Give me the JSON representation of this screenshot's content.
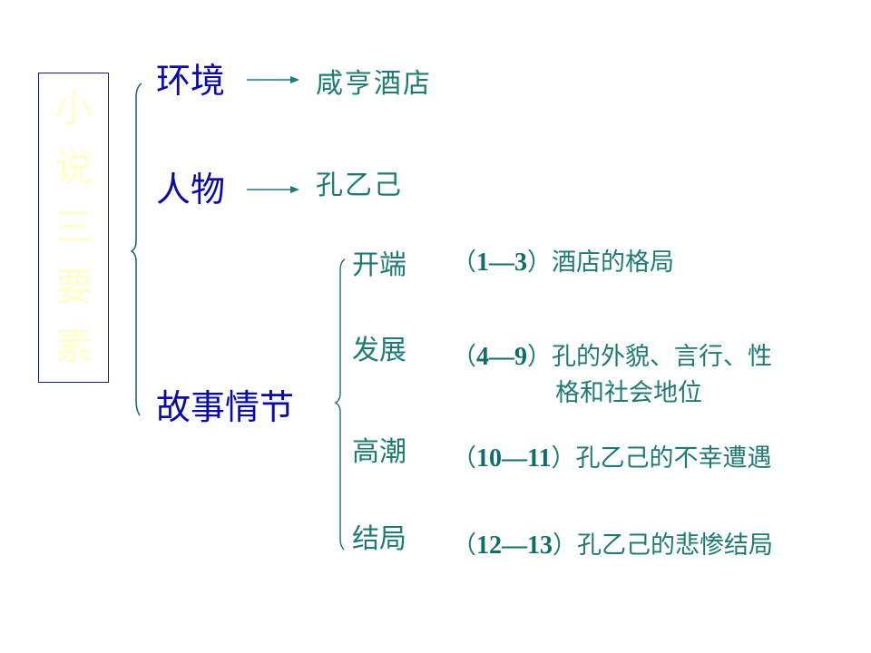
{
  "title": {
    "chars": [
      "小",
      "说",
      "三",
      "要",
      "素"
    ],
    "text": "小说三要素"
  },
  "elements": [
    {
      "label": "环境",
      "value": "咸亨酒店"
    },
    {
      "label": "人物",
      "value": "孔乙己"
    },
    {
      "label": "故事情节"
    }
  ],
  "plot_stages": [
    {
      "label": "开端",
      "range": "1—3",
      "open": "（",
      "close": "）",
      "text": "酒店的格局"
    },
    {
      "label": "发展",
      "range": "4—9",
      "open": "（",
      "close": "）",
      "text": "孔的外貌、言行、性",
      "text_line2": "格和社会地位"
    },
    {
      "label": "高潮",
      "range": "10—11",
      "open": "（",
      "close": "）",
      "text": "孔乙己的不幸遭遇"
    },
    {
      "label": "结局",
      "range": "12—13",
      "open": "（",
      "close": "）",
      "text": "孔乙己的悲惨结局"
    }
  ],
  "colors": {
    "title_text": "#ffffcc",
    "title_border": "#1a1a7a",
    "category": "#0a0aa8",
    "content": "#1f7a73",
    "brace": "#1f6b6b"
  }
}
